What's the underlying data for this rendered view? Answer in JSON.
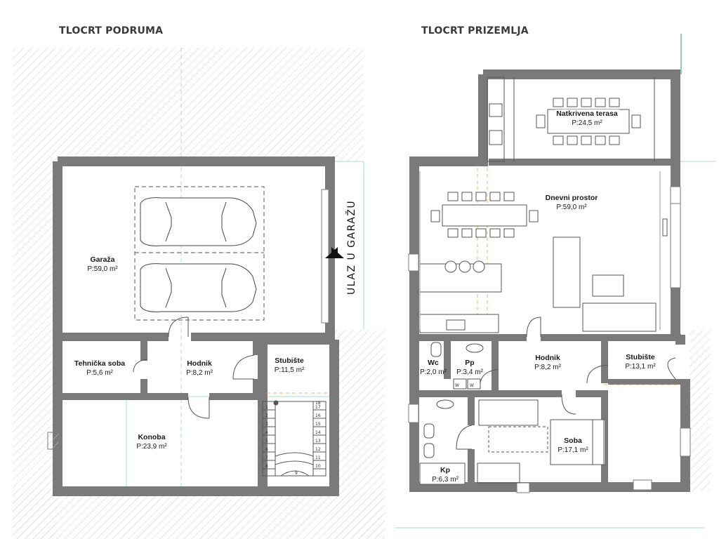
{
  "headings": {
    "basement": "TLOCRT PODRUMA",
    "ground": "TLOCRT PRIZEMLJA"
  },
  "entry_label": "ULAZ U GARAŽU",
  "area_unit": "m²",
  "rooms": {
    "garaza": {
      "name": "Garaža",
      "area": "P:59,0"
    },
    "tehnicka": {
      "name": "Tehnička soba",
      "area": "P:5,6"
    },
    "hodnik_b": {
      "name": "Hodnik",
      "area": "P:8,2"
    },
    "stubiste_b": {
      "name": "Stubište",
      "area": "P:11,5"
    },
    "konoba": {
      "name": "Konoba",
      "area": "P:23,9"
    },
    "terasa": {
      "name": "Natkrivena terasa",
      "area": "P:24,5"
    },
    "dnevni": {
      "name": "Dnevni prostor",
      "area": "P:59,0"
    },
    "wc": {
      "name": "Wc",
      "area": "P:2,0"
    },
    "pp": {
      "name": "Pp",
      "area": "P:3,4"
    },
    "hodnik_g": {
      "name": "Hodnik",
      "area": "P:8,2"
    },
    "stubiste_g": {
      "name": "Stubište",
      "area": "P:13,1"
    },
    "soba": {
      "name": "Soba",
      "area": "P:17,1"
    },
    "kp": {
      "name": "Kp",
      "area": "P:6,3"
    }
  },
  "stair_numbers": [
    "1",
    "2",
    "3",
    "4",
    "5",
    "6",
    "7",
    "8",
    "9",
    "10",
    "11",
    "12",
    "13",
    "14",
    "15",
    "16",
    "17",
    "18"
  ],
  "washer_marks": [
    "W",
    "W"
  ],
  "colors": {
    "wall": "#7a7a7a",
    "hatch": "#c8c8c8",
    "guide": "#9fd4dc",
    "axis": "#f0b070",
    "accent": "#2e9a6a"
  }
}
